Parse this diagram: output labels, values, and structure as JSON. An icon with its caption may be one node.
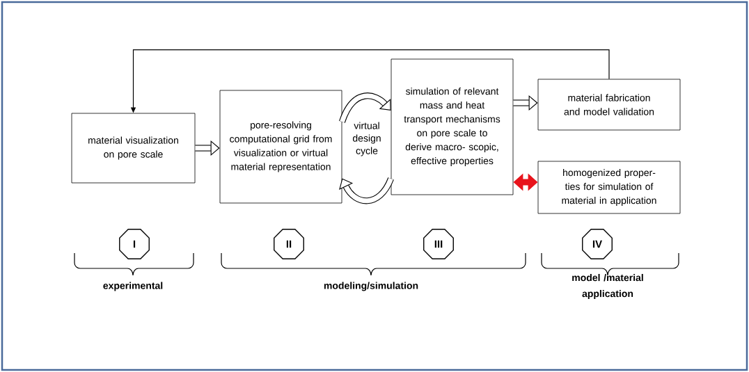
{
  "diagram": {
    "nodes": [
      {
        "text": [
          "material visualization on pore scale"
        ]
      },
      {
        "text": [
          "pore-resolving computational grid from visualization or virtual material representation"
        ]
      },
      {
        "text": [
          "simulation of relevant mass and heat transport mechanisms on pore scale to derive macro- scopic, effective properties"
        ]
      },
      {
        "text": [
          "material fabrication and model validation"
        ]
      },
      {
        "text": [
          "homogenized proper- ties for simulation of material in application"
        ]
      },
      {
        "text": [
          "I"
        ]
      },
      {
        "text": [
          "II"
        ]
      },
      {
        "text": [
          "III"
        ]
      },
      {
        "text": [
          "IV"
        ]
      }
    ],
    "edges": [
      {
        "from": 0,
        "to": 1,
        "arrow": "to"
      },
      {
        "from": 1,
        "to": 2,
        "arrow": "to"
      },
      {
        "from": 2,
        "to": 1,
        "arrow": "to"
      },
      {
        "from": 2,
        "to": 3,
        "arrow": "to"
      },
      {
        "from": 2,
        "to": 4,
        "arrow": "both",
        "color": "#e8141c"
      },
      {
        "from": 3,
        "to": 0,
        "arrow": "to"
      }
    ],
    "labels": [
      "virtual design cycle",
      "experimental",
      "modeling/simulation",
      "model /material application"
    ]
  }
}
